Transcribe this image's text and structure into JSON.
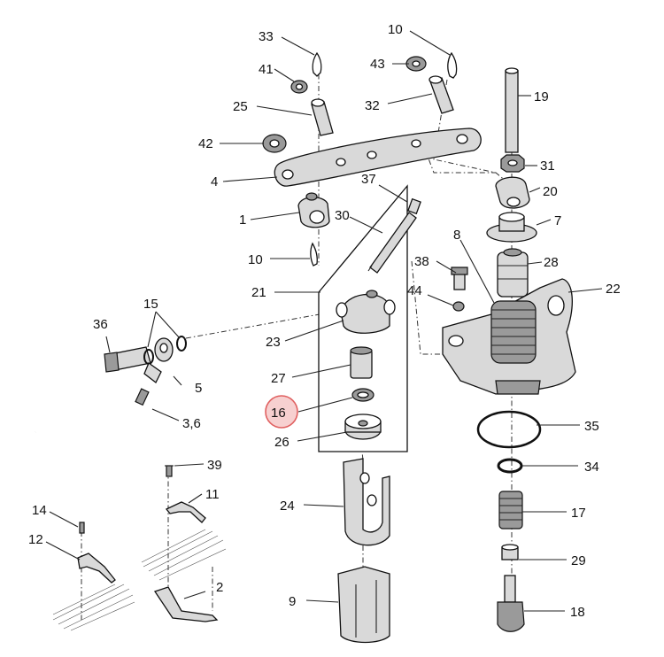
{
  "labels": {
    "p33": "33",
    "p10a": "10",
    "p41": "41",
    "p43": "43",
    "p25": "25",
    "p32": "32",
    "p19": "19",
    "p42": "42",
    "p4": "4",
    "p31": "31",
    "p37": "37",
    "p20": "20",
    "p1": "1",
    "p30": "30",
    "p7": "7",
    "p8": "8",
    "p10b": "10",
    "p38": "38",
    "p28": "28",
    "p21": "21",
    "p44": "44",
    "p22": "22",
    "p15": "15",
    "p36": "36",
    "p23": "23",
    "p5": "5",
    "p27": "27",
    "p16": "16",
    "p36b": "3,6",
    "p26": "26",
    "p35": "35",
    "p34": "34",
    "p39": "39",
    "p11": "11",
    "p24": "24",
    "p14": "14",
    "p17": "17",
    "p12": "12",
    "p29": "29",
    "p2": "2",
    "p9": "9",
    "p18": "18"
  },
  "highlight": {
    "color": "#e06060",
    "fill": "#f7d0d0"
  }
}
